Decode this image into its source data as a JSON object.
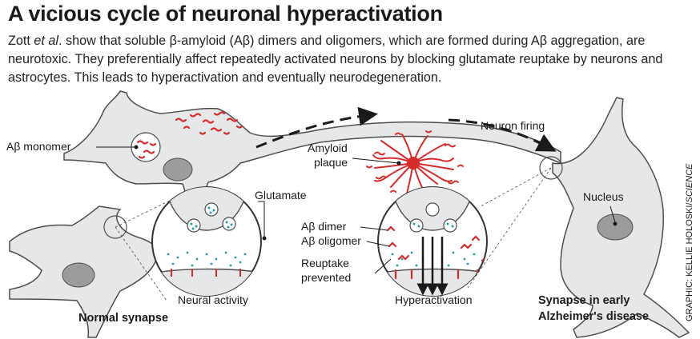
{
  "title": "A vicious cycle of neuronal hyperactivation",
  "subtitle": {
    "part1": "Zott ",
    "italic": "et al",
    "part2": ". show that soluble β-amyloid (Aβ) dimers and oligomers, which are formed during Aβ aggregation, are neurotoxic. They preferentially affect repeatedly activated neurons by blocking glutamate reuptake by neurons and astrocytes. This leads to hyperactivation and eventually neurodegeneration."
  },
  "labels": {
    "ab_monomer": "Aβ monomer",
    "amyloid_plaque_1": "Amyloid",
    "amyloid_plaque_2": "plaque",
    "neuron_firing": "Neuron firing",
    "glutamate": "Glutamate",
    "nucleus": "Nucleus",
    "ab_dimer": "Aβ dimer",
    "ab_oligomer": "Aβ oligomer",
    "reuptake_1": "Reuptake",
    "reuptake_2": "prevented",
    "neural_activity": "Neural activity",
    "hyperactivation": "Hyperactivation",
    "normal_synapse": "Normal synapse",
    "ad_synapse_1": "Synapse in early",
    "ad_synapse_2": "Alzheimer's disease",
    "credit_prefix": "GRAPHIC: KELLIE HOLOSKI/",
    "credit_italic": "SCIENCE"
  },
  "colors": {
    "cell_fill": "#e6e7e8",
    "cell_stroke": "#4d4d4d",
    "nucleus": "#9b9c9e",
    "amyloid_red": "#d62b2b",
    "vesicle_dot": "#2a9aa8",
    "membrane": "#555555"
  }
}
